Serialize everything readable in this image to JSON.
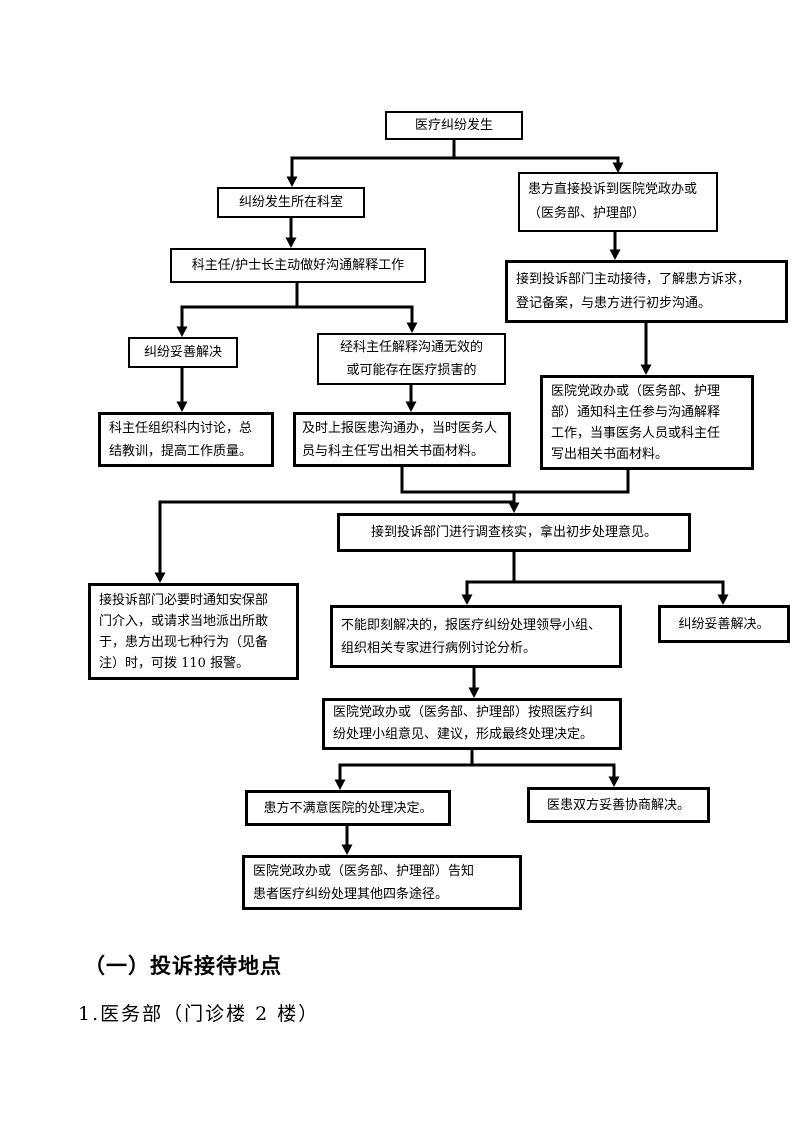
{
  "flowchart": {
    "nodes": {
      "start": {
        "text": "医疗纠纷发生"
      },
      "dept": {
        "text": "纠纷发生所在科室"
      },
      "direct_complaint": {
        "text": "患方直接投诉到医院党政办或\n（医务部、护理部）"
      },
      "communicate": {
        "text": "科主任/护士长主动做好沟通解释工作"
      },
      "reception": {
        "text": "接到投诉部门主动接待，了解患方诉求，\n登记备案，与患方进行初步沟通。"
      },
      "resolved": {
        "text": "纠纷妥善解决"
      },
      "ineffective": {
        "text": "经科主任解释沟通无效的\n或可能存在医疗损害的"
      },
      "dept_review": {
        "text": "科主任组织科内讨论，总\n结教训，提高工作质量。"
      },
      "report_office": {
        "text": "及时上报医患沟通办，当时医务人\n员与科主任写出相关书面材料。"
      },
      "notify_director": {
        "text": "医院党政办或（医务部、护理\n部）通知科主任参与沟通解释\n工作，当事医务人员或科主任\n写出相关书面材料。"
      },
      "investigate": {
        "text": "接到投诉部门进行调查核实，拿出初步处理意见。"
      },
      "security": {
        "text": "接投诉部门必要时通知安保部\n门介入，或请求当地派出所敢\n于，患方出现七种行为（见备\n注）时，可拨 110 报警。"
      },
      "expert_panel": {
        "text": "不能即刻解决的，报医疗纠纷处理领导小组、\n组织相关专家进行病例讨论分析。"
      },
      "resolved_final": {
        "text": "纠纷妥善解决。"
      },
      "final_decision": {
        "text": "医院党政办或（医务部、护理部）按照医疗纠\n纷处理小组意见、建议，形成最终处理决定。"
      },
      "unsatisfied": {
        "text": "患方不满意医院的处理决定。"
      },
      "negotiated": {
        "text": "医患双方妥善协商解决。"
      },
      "other_channels": {
        "text": "医院党政办或（医务部、护理部）告知\n患者医疗纠纷处理其他四条途径。"
      }
    },
    "edges": [
      {
        "from": "start",
        "to": "dept"
      },
      {
        "from": "start",
        "to": "direct_complaint"
      },
      {
        "from": "dept",
        "to": "communicate"
      },
      {
        "from": "direct_complaint",
        "to": "reception"
      },
      {
        "from": "communicate",
        "to": "resolved"
      },
      {
        "from": "communicate",
        "to": "ineffective"
      },
      {
        "from": "resolved",
        "to": "dept_review"
      },
      {
        "from": "ineffective",
        "to": "report_office"
      },
      {
        "from": "reception",
        "to": "notify_director"
      },
      {
        "from": "report_office",
        "to": "investigate"
      },
      {
        "from": "notify_director",
        "to": "investigate"
      },
      {
        "from": "report_office,notify_director",
        "to": "security"
      },
      {
        "from": "investigate",
        "to": "expert_panel"
      },
      {
        "from": "investigate",
        "to": "resolved_final"
      },
      {
        "from": "expert_panel",
        "to": "final_decision"
      },
      {
        "from": "final_decision",
        "to": "unsatisfied"
      },
      {
        "from": "final_decision",
        "to": "negotiated"
      },
      {
        "from": "unsatisfied",
        "to": "other_channels"
      }
    ]
  },
  "section": {
    "heading": "（一）投诉接待地点",
    "item_1": "1.医务部（门诊楼 2 楼）"
  },
  "colors": {
    "line": "#000000",
    "background": "#ffffff"
  }
}
